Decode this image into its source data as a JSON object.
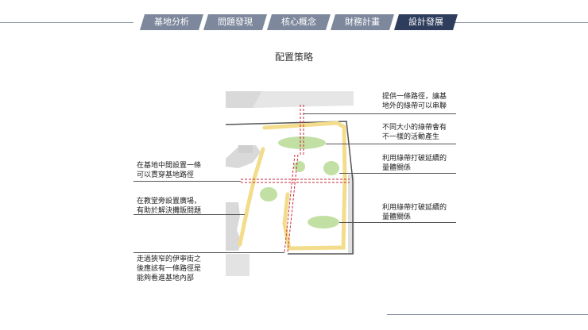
{
  "nav": {
    "tabs": [
      {
        "label": "基地分析"
      },
      {
        "label": "問題發現"
      },
      {
        "label": "核心概念"
      },
      {
        "label": "財務計畫"
      },
      {
        "label": "設計發展"
      }
    ],
    "active_index": 4,
    "colors": {
      "tab": "#7d889c",
      "active": "#2e3d5c",
      "line": "#8a93a3"
    }
  },
  "page": {
    "title": "配置策略"
  },
  "annotations": {
    "right": [
      {
        "text": "提供一條路徑，讓基\n地外的綠帶可以串聯"
      },
      {
        "text": "不同大小的綠帶會有\n不一樣的活動產生"
      },
      {
        "text": "利用綠帶打破延續的\n量體關係"
      },
      {
        "text": "利用綠帶打破延續的\n量體關係"
      }
    ],
    "left": [
      {
        "text": "在基地中間設置一條\n可以貫穿基地路徑"
      },
      {
        "text": "在教堂旁設置廣場，\n有助於解決攤販問題"
      },
      {
        "text": "走過狹窄的伊寧街之\n後應該有一條路徑是\n能夠看進基地內部"
      }
    ]
  },
  "diagram": {
    "colors": {
      "path": "#f3dd8c",
      "green": "#c2e0a4",
      "axis": "#c8283a",
      "building": "#d9d9d9",
      "boundary": "#555555"
    }
  }
}
